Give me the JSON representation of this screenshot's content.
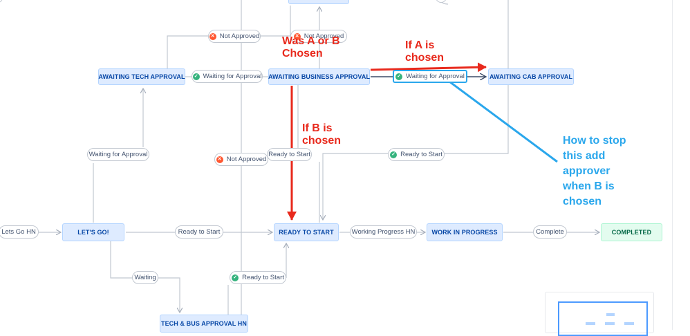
{
  "statuses": {
    "awaiting_tech": "AWAITING TECH APPROVAL",
    "awaiting_business": "AWAITING BUSINESS APPROVAL",
    "awaiting_cab": "AWAITING CAB APPROVAL",
    "lets_go": "LET'S GO!",
    "ready_to_start": "READY TO START",
    "work_in_progress": "WORK IN PROGRESS",
    "completed": "COMPLETED",
    "tech_bus_approval": "TECH & BUS APPROVAL HN"
  },
  "transitions": {
    "not_approved_top": "Not Approved",
    "not_approved_top2": "Not Approved",
    "waiting_for_approval_mid": "Waiting for Approval",
    "waiting_for_approval_cab": "Waiting for Approval",
    "waiting_for_approval_left": "Waiting for Approval",
    "not_approved_mid": "Not Approved",
    "ready_to_start_mid": "Ready to Start",
    "ready_to_start_right": "Ready to Start",
    "lets_go_hn": "Lets Go HN",
    "ready_to_start_left": "Ready to Start",
    "working_progress_hn": "Working Progress HN",
    "complete": "Complete",
    "waiting": "Waiting",
    "ready_to_start_bottom": "Ready to Start"
  },
  "annotations": {
    "was_a_or_b_line1": "Was A or B",
    "was_a_or_b_line2": "Chosen",
    "if_a_line1": "If A is",
    "if_a_line2": "chosen",
    "if_b_line1": "If B is",
    "if_b_line2": "chosen",
    "how_line1": "How to stop",
    "how_line2": "this add",
    "how_line3": "approver",
    "how_line4": "when B is",
    "how_line5": "chosen"
  },
  "colors": {
    "status_bg": "#deebff",
    "status_text": "#0747a6",
    "completed_bg": "#e3fcef",
    "approved_icon": "#36b37e",
    "rejected_icon": "#ff5630",
    "annotation_red": "#e8291c",
    "annotation_blue": "#2aa7ec"
  },
  "icons": {
    "approved": "check-circle-icon",
    "rejected": "x-circle-icon"
  }
}
